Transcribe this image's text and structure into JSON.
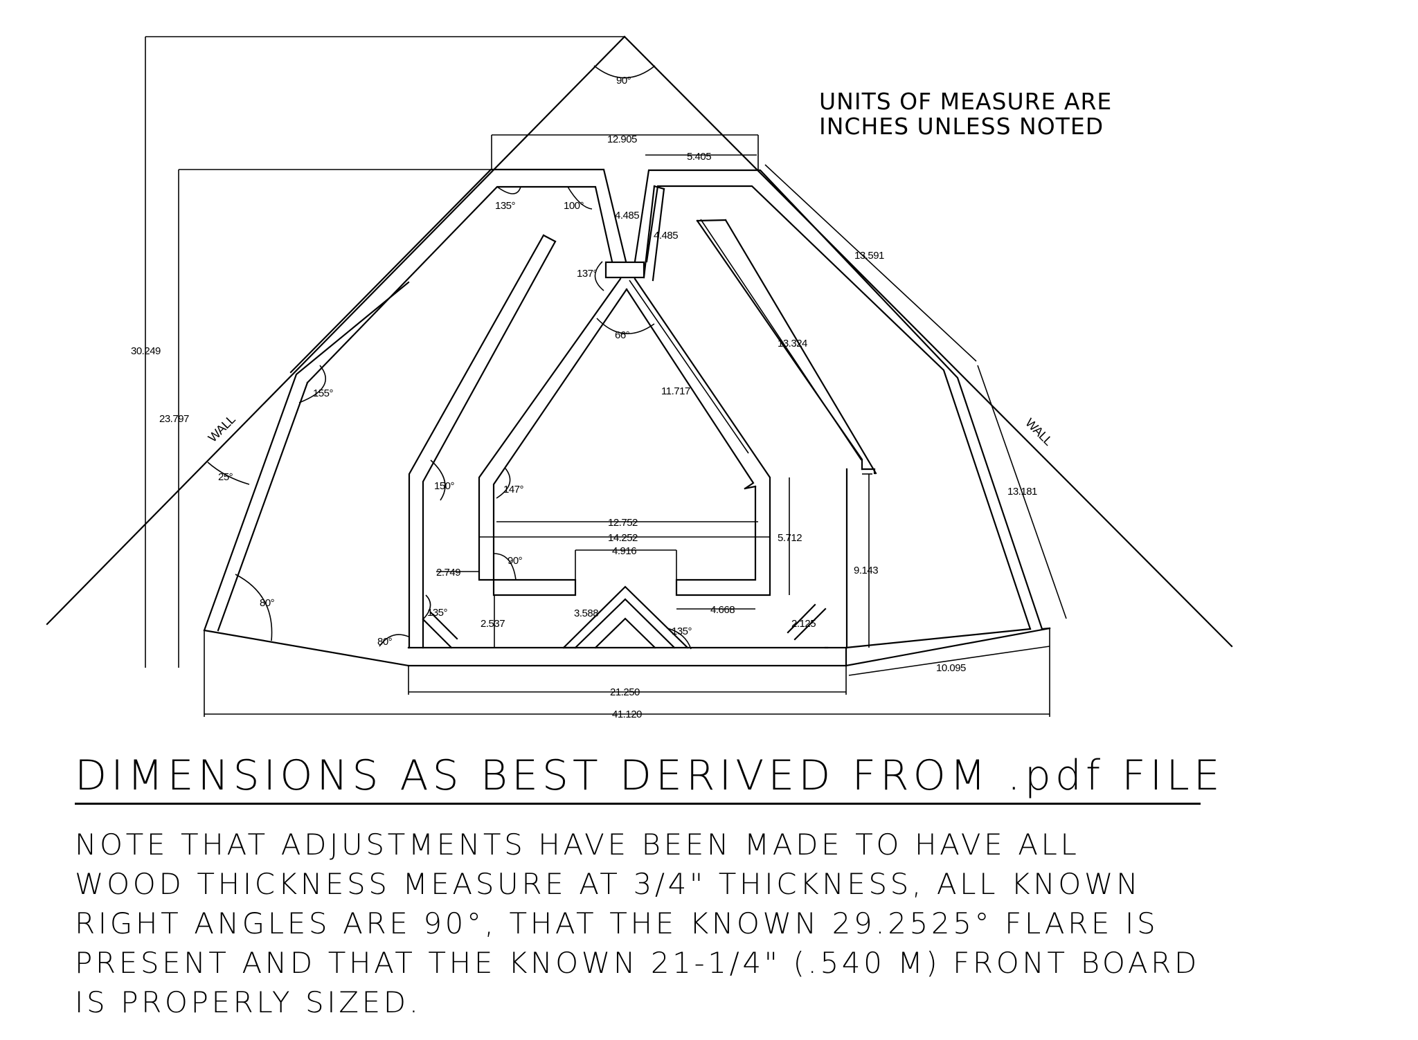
{
  "units_note": [
    "UNITS OF MEASURE ARE",
    "INCHES UNLESS NOTED"
  ],
  "wall_labels": [
    "WALL",
    "WALL"
  ],
  "dimensions": {
    "d_12_905": "12.905",
    "d_5_405": "5.405",
    "d_4_485_a": "4.485",
    "d_4_485_b": "4.485",
    "d_13_591": "13.591",
    "d_13_324": "13.324",
    "d_11_717": "11.717",
    "d_30_249": "30.249",
    "d_23_797": "23.797",
    "d_13_181": "13.181",
    "d_12_752": "12.752",
    "d_14_252": "14.252",
    "d_4_916": "4.916",
    "d_5_712": "5.712",
    "d_9_143": "9.143",
    "d_2_749": "2.749",
    "d_4_668": "4.668",
    "d_2_537": "2.537",
    "d_3_588": "3.588",
    "d_2_125": "2.125",
    "d_10_095": "10.095",
    "d_21_250": "21.250",
    "d_41_120": "41.120"
  },
  "angles": {
    "a_90_top": "90°",
    "a_135_left": "135°",
    "a_100": "100°",
    "a_137": "137°",
    "a_66": "66°",
    "a_155": "155°",
    "a_25": "25°",
    "a_150": "150°",
    "a_147": "147°",
    "a_90_inner": "90°",
    "a_80_left": "80°",
    "a_80_bottom": "80°",
    "a_135_bl": "135°",
    "a_135_center": "135°"
  },
  "heading": "DIMENSIONS AS BEST DERIVED FROM .pdf FILE",
  "note_lines": [
    "NOTE THAT ADJUSTMENTS HAVE BEEN MADE TO HAVE ALL",
    "WOOD THICKNESS MEASURE AT 3/4\" THICKNESS, ALL KNOWN",
    "RIGHT ANGLES ARE 90°, THAT THE KNOWN 29.2525° FLARE IS",
    "PRESENT AND THAT THE KNOWN 21-1/4\" (.540 M) FRONT BOARD",
    "IS PROPERLY SIZED."
  ]
}
